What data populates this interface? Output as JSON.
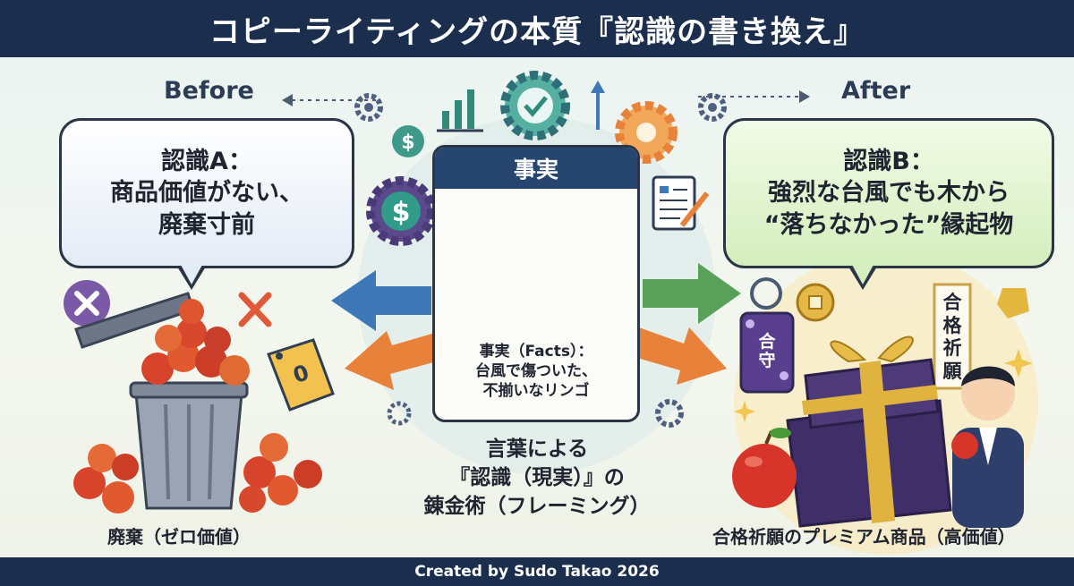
{
  "title": "コピーライティングの本質『認識の書き換え』",
  "before_label": "Before",
  "after_label": "After",
  "before_bubble": {
    "line1": "認識A：",
    "line2": "商品価値がない、",
    "line3": "廃棄寸前"
  },
  "after_bubble": {
    "line1": "認識B：",
    "line2": "強烈な台風でも木から",
    "line3": "“落ちなかった”縁起物"
  },
  "fact_card": {
    "header": "事実",
    "line1": "事実（Facts）：",
    "line2": "台風で傷ついた、",
    "line3": "不揃いなリンゴ"
  },
  "center_text": {
    "line1": "言葉による",
    "line2": "『認識（現実）』の",
    "line3": "錬金術（フレーミング）"
  },
  "left_caption": "廃棄（ゼロ価値）",
  "right_caption": "合格祈願のプレミアム商品（高価値）",
  "tag_value": "0",
  "omamori_text": "合守",
  "banner_text": "合格祈願",
  "footer": "Created by Sudo Takao 2026",
  "colors": {
    "navy": "#1b2e4d",
    "card_header": "#26456f",
    "arrow_blue": "#3f78b8",
    "arrow_orange": "#e8823a",
    "arrow_green": "#5aa05a",
    "gold": "#d9a93a",
    "purple": "#4e3a78",
    "apple_red": "#d8432c"
  },
  "icons": [
    "dollar-gear-icon",
    "check-gear-icon",
    "bar-chart-icon",
    "document-pen-icon",
    "x-circle-icon",
    "trash-can-icon",
    "gift-box-icon",
    "omamori-charm-icon",
    "coin-icon",
    "sparkle-icon"
  ]
}
